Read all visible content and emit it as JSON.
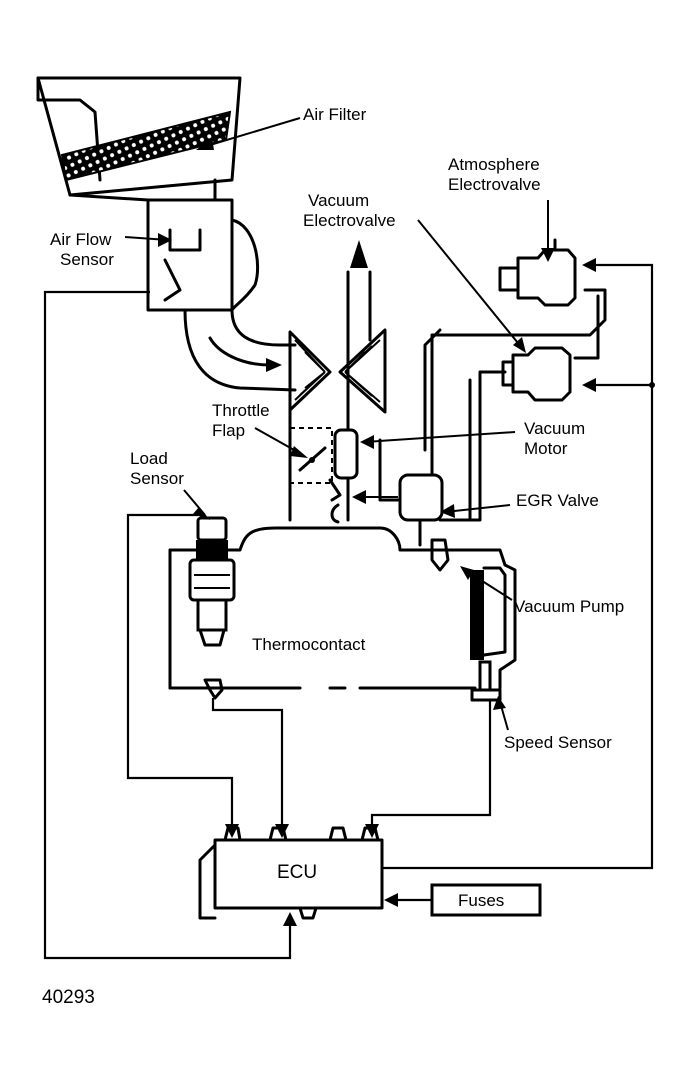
{
  "labels": {
    "air_filter": "Air Filter",
    "air_flow_sensor_1": "Air Flow",
    "air_flow_sensor_2": "Sensor",
    "vacuum_electrovalve_1": "Vacuum",
    "vacuum_electrovalve_2": "Electrovalve",
    "atmosphere_electrovalve_1": "Atmosphere",
    "atmosphere_electrovalve_2": "Electrovalve",
    "throttle_flap_1": "Throttle",
    "throttle_flap_2": "Flap",
    "load_sensor_1": "Load",
    "load_sensor_2": "Sensor",
    "vacuum_motor_1": "Vacuum",
    "vacuum_motor_2": "Motor",
    "egr_valve": "EGR Valve",
    "vacuum_pump": "Vacuum Pump",
    "thermocontact": "Thermocontact",
    "speed_sensor": "Speed Sensor",
    "ecu": "ECU",
    "fuses": "Fuses"
  },
  "figure_number": "40293"
}
